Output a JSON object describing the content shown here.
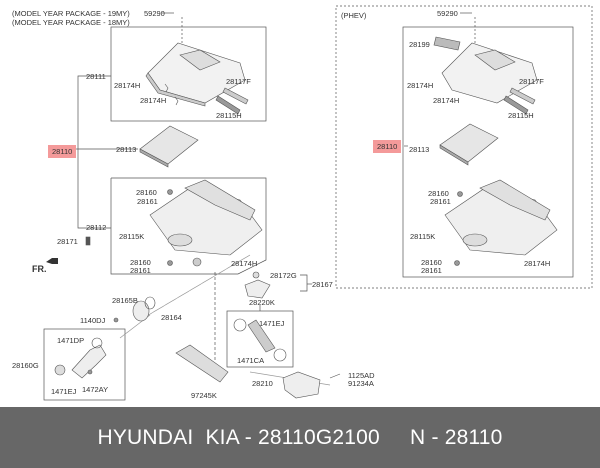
{
  "diagram": {
    "notes": {
      "model_year_19": "(MODEL YEAR PACKAGE - 19MY)",
      "model_year_18": "(MODEL YEAR PACKAGE - 18MY)",
      "phev": "(PHEV)",
      "front_arrow": "FR."
    },
    "left_assembly": {
      "highlight_part": "28110",
      "labels": {
        "p59290": "59290",
        "p28111": "28111",
        "p28174H_a": "28174H",
        "p28174H_b": "28174H",
        "p28117F": "28117F",
        "p28115H": "28115H",
        "p28113": "28113",
        "p28160_a": "28160",
        "p28161_a": "28161",
        "p28112": "28112",
        "p28115K": "28115K",
        "p28171": "28171",
        "p28160_b": "28160",
        "p28161_b": "28161",
        "p28174H_c": "28174H",
        "p28172G": "28172G",
        "p28167": "28167",
        "p28220K": "28220K",
        "p28165B": "28165B",
        "p1140DJ": "1140DJ",
        "p28164": "28164",
        "p1471EJ_a": "1471EJ",
        "p1471DP": "1471DP",
        "p28160G": "28160G",
        "p1471CA": "1471CA",
        "p1471EJ_b": "1471EJ",
        "p1472AY": "1472AY",
        "p97245K": "97245K",
        "p28210": "28210",
        "p1125AD": "1125AD",
        "p91234A": "91234A"
      }
    },
    "right_assembly": {
      "highlight_part": "28110",
      "labels": {
        "p59290": "59290",
        "p28199": "28199",
        "p28174H_a": "28174H",
        "p28174H_b": "28174H",
        "p28117F": "28117F",
        "p28115H": "28115H",
        "p28113": "28113",
        "p28160_a": "28160",
        "p28161_a": "28161",
        "p28115K": "28115K",
        "p28160_b": "28160",
        "p28161_b": "28161",
        "p28174H_c": "28174H"
      }
    },
    "colors": {
      "highlight": "#f49a9a",
      "line": "#555555",
      "footer_bg": "#676767"
    }
  },
  "footer": {
    "text": "HYUNDAI  KIA - 28110G2100     N - 28110"
  }
}
